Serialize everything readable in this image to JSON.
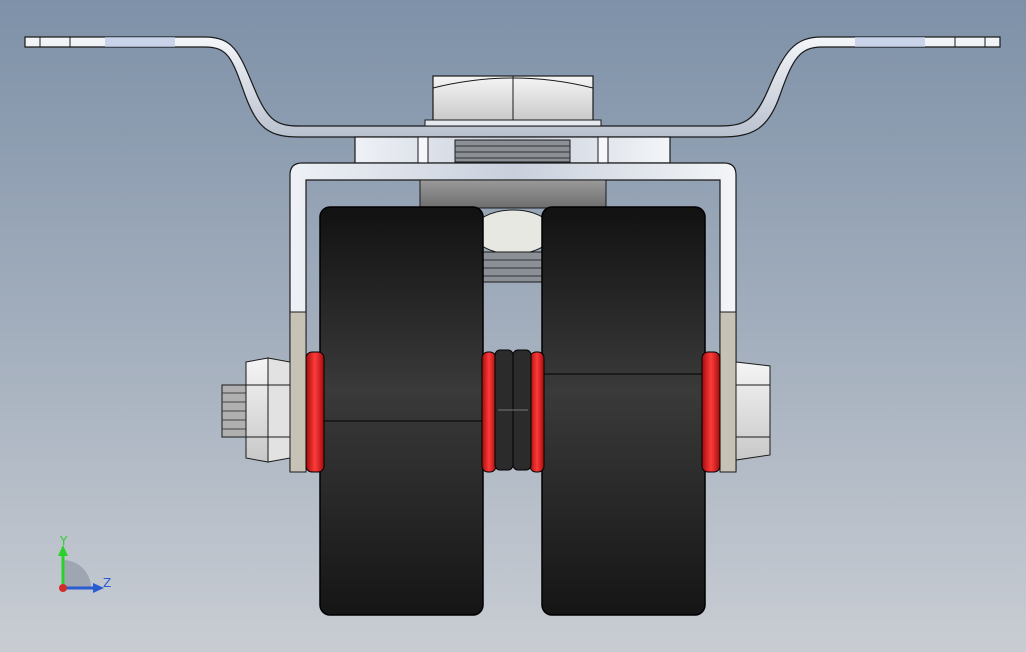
{
  "viewport": {
    "background_top": "#7e91a8",
    "background_bottom": "#c9cdd3"
  },
  "model": {
    "parts": [
      "mounting-plate",
      "top-hex-nut",
      "swivel-bearing",
      "fork-bracket",
      "left-wheel",
      "right-wheel",
      "axle-bolt",
      "axle-nut",
      "bearing-seals"
    ],
    "colors": {
      "wheel": "#1c1c1c",
      "seal": "#d61f1f",
      "metal": "#d8dde6",
      "edge": "#1a1a1a"
    }
  },
  "triad": {
    "y_label": "Y",
    "z_label": "Z",
    "y_color": "#2bd12b",
    "z_color": "#2b5bd1",
    "x_color": "#d12b2b"
  }
}
